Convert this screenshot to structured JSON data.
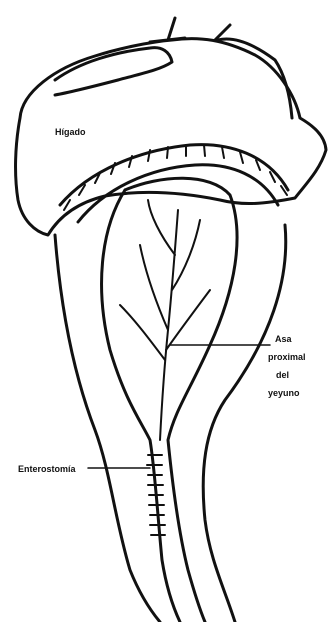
{
  "labels": {
    "liver": "Hígado",
    "loop_line1": "Asa",
    "loop_line2": "proximal",
    "loop_line3": "del",
    "loop_line4": "yeyuno",
    "enterostomy": "Enterostomía"
  },
  "colors": {
    "ink": "#111111",
    "paper": "#ffffff"
  }
}
